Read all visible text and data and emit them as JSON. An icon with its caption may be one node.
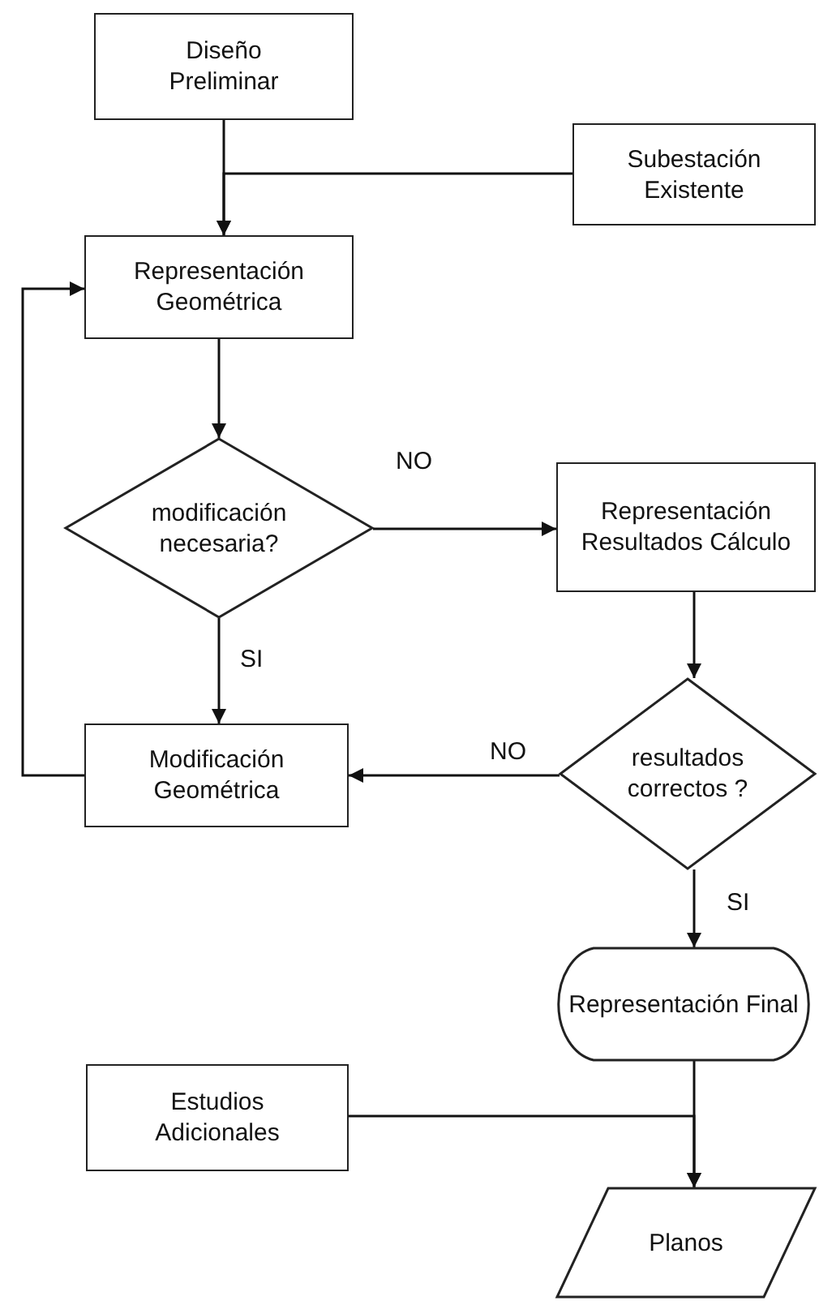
{
  "diagram": {
    "nodes": [
      {
        "text": [
          "Diseño Preliminar"
        ]
      },
      {
        "text": [
          "Subestación Existente"
        ]
      },
      {
        "text": [
          "Representación Geométrica"
        ]
      },
      {
        "text": [
          "modificación necesaria?"
        ]
      },
      {
        "text": [
          "Representación Resultados Cálculo"
        ]
      },
      {
        "text": [
          "Modificación Geométrica"
        ]
      },
      {
        "text": [
          "resultados correctos ?"
        ]
      },
      {
        "text": [
          "Representación Final"
        ]
      },
      {
        "text": [
          "Estudios Adicionales"
        ]
      },
      {
        "text": [
          "Planos"
        ]
      }
    ],
    "edges": [
      {
        "from": 0,
        "to": 2,
        "arrow": "to"
      },
      {
        "from": 1,
        "to": 2,
        "arrow": "to"
      },
      {
        "from": 2,
        "to": 3,
        "arrow": "to"
      },
      {
        "from": 3,
        "to": 4,
        "arrow": "to",
        "label": "NO"
      },
      {
        "from": 3,
        "to": 5,
        "arrow": "to",
        "label": "SI"
      },
      {
        "from": 4,
        "to": 6,
        "arrow": "to"
      },
      {
        "from": 6,
        "to": 5,
        "arrow": "to",
        "label": "NO"
      },
      {
        "from": 5,
        "to": 2,
        "arrow": "to"
      },
      {
        "from": 6,
        "to": 7,
        "arrow": "to",
        "label": "SI"
      },
      {
        "from": 7,
        "to": 9,
        "arrow": "to"
      },
      {
        "from": 8,
        "to": 9,
        "arrow": "to"
      }
    ]
  }
}
